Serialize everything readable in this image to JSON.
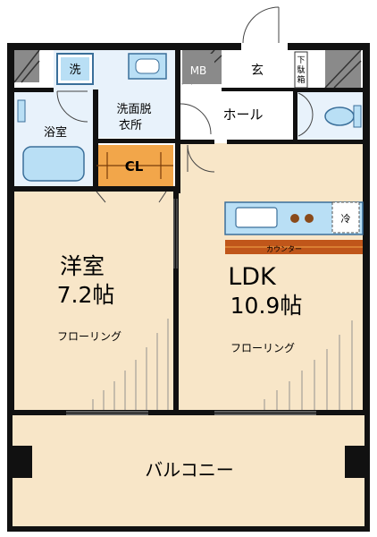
{
  "rooms": {
    "western_room": {
      "name": "洋室",
      "size": "7.2帖",
      "floor": "フローリング"
    },
    "ldk": {
      "name": "LDK",
      "size": "10.9帖",
      "floor": "フローリング"
    },
    "balcony": {
      "name": "バルコニー"
    },
    "washroom": {
      "line1": "洗面脱",
      "line2": "衣所"
    },
    "bathroom": {
      "name": "浴室"
    },
    "closet": {
      "name": "CL"
    },
    "entrance": {
      "name": "玄"
    },
    "hall": {
      "name": "ホール"
    },
    "shoe_box": {
      "line1": "下",
      "line2": "駄",
      "line3": "箱"
    }
  },
  "fixtures": {
    "washer": "洗",
    "meter_box": "MB",
    "counter": "カウンター",
    "fridge": "冷"
  },
  "colors": {
    "wall": "#111111",
    "floor_room": "#f8e6c8",
    "floor_wet": "#e8f2fb",
    "floor_plain": "#ffffff",
    "closet": "#f2a64a",
    "counter": "#c0561a",
    "counter_line": "#f2a64a",
    "fixture_blue": "#b9dff5",
    "fixture_line": "#3a6f9a",
    "corner_gray": "#8a8a8a"
  }
}
